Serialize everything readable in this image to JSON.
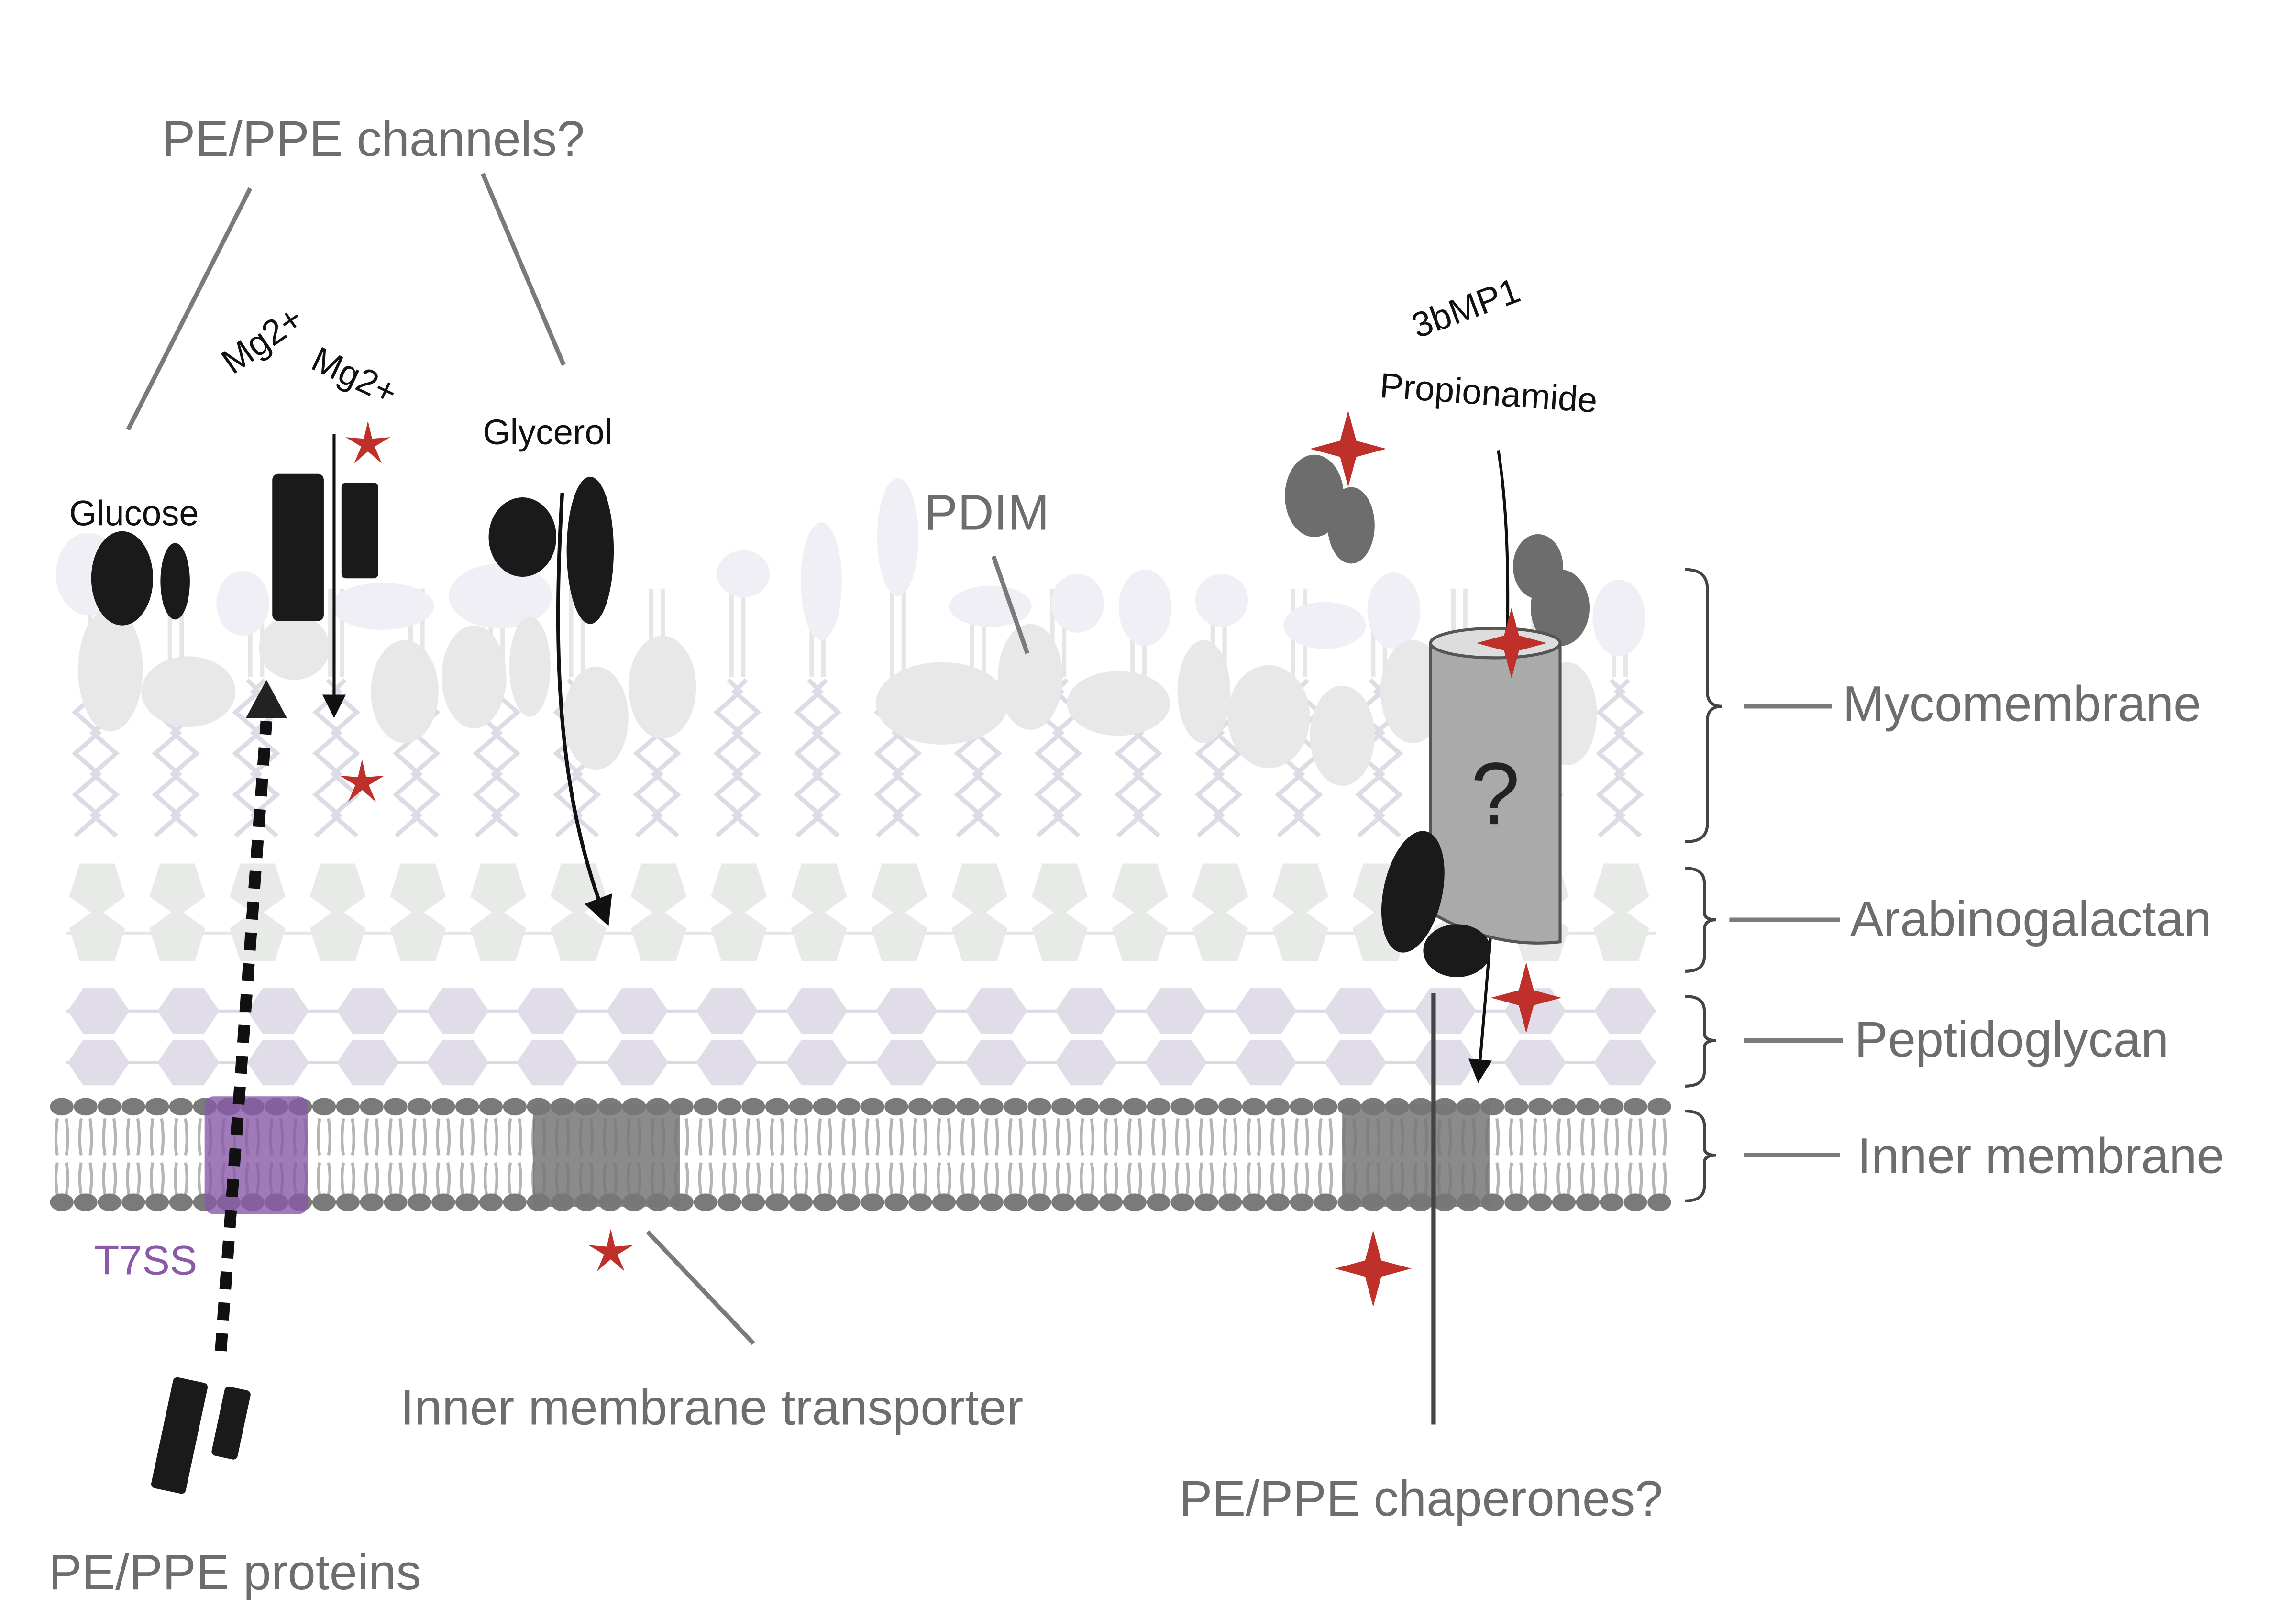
{
  "labels": {
    "channels": "PE/PPE channels?",
    "mg1": "Mg2+",
    "mg2": "Mg2+",
    "glucose": "Glucose",
    "glycerol": "Glycerol",
    "pdim": "PDIM",
    "bmp": "3bMP1",
    "propionamide": "Propionamide",
    "question": "?",
    "t7ss": "T7SS",
    "transporter": "Inner membrane transporter",
    "proteins": "PE/PPE proteins",
    "chaperones": "PE/PPE chaperones?"
  },
  "layers": {
    "mycomembrane": "Mycomembrane",
    "arabinogalactan": "Arabinogalactan",
    "peptidoglycan": "Peptidoglycan",
    "inner": "Inner membrane"
  },
  "colors": {
    "star": "#c0302b",
    "t7ss": "#8a5aa8",
    "label": "#6d6d6d"
  }
}
